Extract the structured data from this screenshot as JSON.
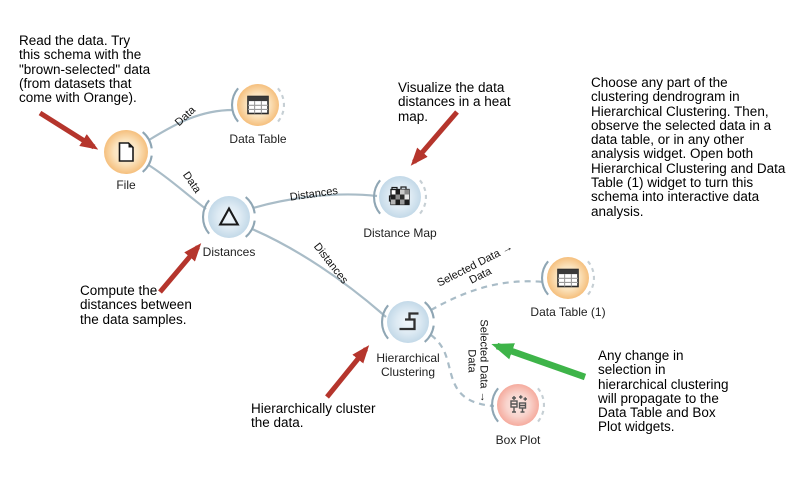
{
  "app": {
    "name": "Orange workflow canvas"
  },
  "notes": {
    "read": "Read the data. Try\nthis schema with the\n\"brown-selected\" data\n(from datasets that\ncome with Orange).",
    "visualize": "Visualize the data\ndistances in a heat\nmap.",
    "choose": "Choose any part of the\nclustering dendrogram in\nHierarchical Clustering. Then,\nobserve the selected data in a\ndata table, or in any other\nanalysis widget. Open both\nHierarchical Clustering and Data\nTable (1) widget to turn this\nschema into interactive data\nanalysis.",
    "compute": "Compute the\ndistances between\nthe data samples.",
    "cluster": "Hierarchically cluster\nthe data.",
    "propagate": "Any change in\nselection in\nhierarchical clustering\nwill propagate to the\nData Table and Box\nPlot widgets."
  },
  "widgets": {
    "file": {
      "label": "File",
      "category": "data"
    },
    "data_table": {
      "label": "Data Table",
      "category": "data"
    },
    "distances": {
      "label": "Distances",
      "category": "unsupervised"
    },
    "distance_map": {
      "label": "Distance Map",
      "category": "unsupervised"
    },
    "hierarchical_clustering": {
      "label": "Hierarchical Clustering",
      "category": "unsupervised"
    },
    "data_table_1": {
      "label": "Data Table (1)",
      "category": "data"
    },
    "box_plot": {
      "label": "Box Plot",
      "category": "visualize"
    }
  },
  "links": {
    "file_data_table": {
      "label": "Data",
      "style": "solid"
    },
    "file_distances": {
      "label": "Data",
      "style": "solid"
    },
    "distances_distance_map": {
      "label": "Distances",
      "style": "solid"
    },
    "distances_hclust": {
      "label": "Distances",
      "style": "solid"
    },
    "hclust_data_table_1": {
      "label": "Selected Data →\nData",
      "style": "dashed"
    },
    "hclust_box_plot": {
      "label": "Selected Data →\nData",
      "style": "dashed"
    }
  },
  "colors": {
    "data_widget_ring": "#f5bf7d",
    "analysis_widget_ring": "#c3d9e8",
    "visualize_widget_ring": "#f5ab9e",
    "link": "#a9bcc7",
    "red_arrow": "#b5352c",
    "green_arrow": "#3eb449"
  }
}
